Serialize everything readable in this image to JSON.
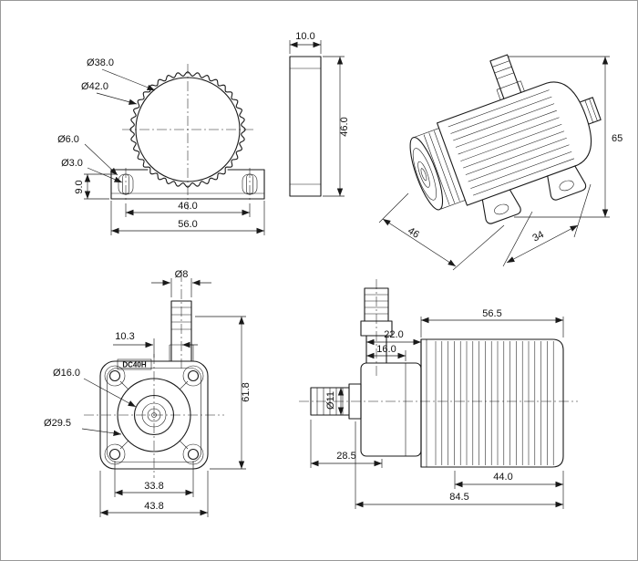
{
  "drawing": {
    "part_label": "DC40H",
    "motor_front": {
      "dia38": "Ø38.0",
      "dia42": "Ø42.0",
      "dia6": "Ø6.0",
      "dia3": "Ø3.0",
      "h9": "9.0",
      "w46": "46.0",
      "w56": "56.0"
    },
    "side_profile": {
      "w10": "10.0",
      "h46": "46.0"
    },
    "isometric": {
      "h65": "65",
      "w46": "46",
      "d34": "34"
    },
    "head_front": {
      "dia8": "Ø8",
      "off10_3": "10.3",
      "dia16": "Ø16.0",
      "dia29_5": "Ø29.5",
      "h61_8": "61.8",
      "w33_8": "33.8",
      "w43_8": "43.8"
    },
    "side_full": {
      "l56_5": "56.5",
      "l22": "22.0",
      "l16": "16.0",
      "dia11": "Ø11",
      "l28_5": "28.5",
      "l44": "44.0",
      "l84_5": "84.5"
    }
  }
}
